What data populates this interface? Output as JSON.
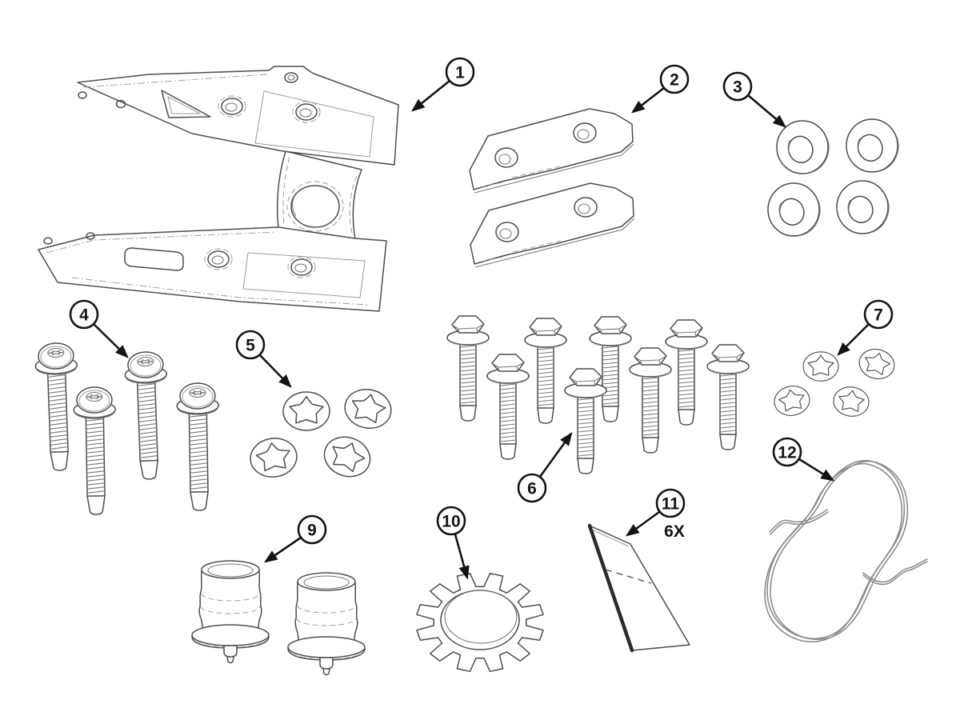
{
  "diagram": {
    "callouts": {
      "c1": "1",
      "c2": "2",
      "c3": "3",
      "c4": "4",
      "c5": "5",
      "c6": "6",
      "c7": "7",
      "c9": "9",
      "c10": "10",
      "c11": "11",
      "c12": "12"
    },
    "labels": {
      "qty_6x": "6X"
    }
  }
}
